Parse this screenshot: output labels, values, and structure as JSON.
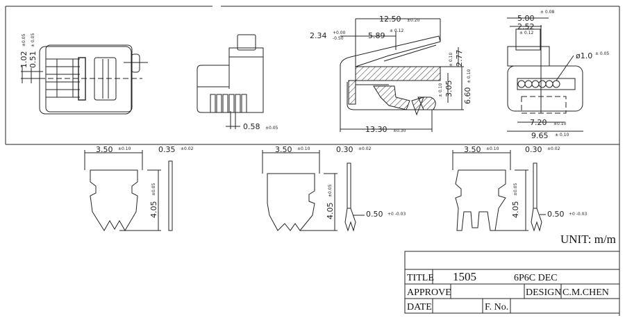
{
  "top_views": {
    "front": {
      "dim_a": "1.02",
      "dim_a_tol": "±0.05",
      "dim_b": "0.51",
      "dim_b_tol": "± 0.05"
    },
    "side": {
      "pitch": "0.58",
      "pitch_tol": "±0.05"
    },
    "section": {
      "length": "12.50",
      "length_tol": "±0.20",
      "latch": "5.89",
      "latch_tol": "± 0.12",
      "offset": "2.34",
      "offset_tol_up": "+0.00",
      "offset_tol_dn": "-0.50",
      "latch_h": "2.77",
      "latch_h_tol": "± 0.10",
      "inner_h": "3.05",
      "inner_h_tol": "± 0.10",
      "height": "6.60",
      "height_tol": "± 0.10",
      "overall": "13.30",
      "overall_tol": "±0.30"
    },
    "end": {
      "w1": "5.00",
      "w1_tol": "± 0.08",
      "w2": "2.52",
      "w2_tol": "± 0.12",
      "dia": "ø1.0",
      "dia_tol": "± 0.05",
      "inner_w": "7.20",
      "inner_w_tol": "±0.10",
      "outer_w": "9.65",
      "outer_w_tol": "± 0.10"
    }
  },
  "contacts": [
    {
      "width": "3.50",
      "width_tol": "±0.10",
      "height": "4.05",
      "height_tol": "±0.05",
      "thick": "0.35",
      "thick_tol": "±0.02"
    },
    {
      "width": "3.50",
      "width_tol": "±0.10",
      "height": "4.05",
      "height_tol": "±0.05",
      "thick": "0.30",
      "thick_tol": "±0.02",
      "tip": "0.50",
      "tip_tol": "+0 -0.03"
    },
    {
      "width": "3.50",
      "width_tol": "±0.10",
      "height": "4.05",
      "height_tol": "±0.05",
      "thick": "0.30",
      "thick_tol": "±0.02",
      "tip": "0.50",
      "tip_tol": "+0 -0.03"
    }
  ],
  "unit": "UNIT: m/m",
  "title_block": {
    "title_label": "TITLE",
    "title_no": "1505",
    "title_name": "6P6C DEC",
    "approve_label": "APPROVE",
    "design_label": "DESIGN",
    "designer": "C.M.CHEN",
    "date_label": "DATE",
    "fno_label": "F. No."
  }
}
